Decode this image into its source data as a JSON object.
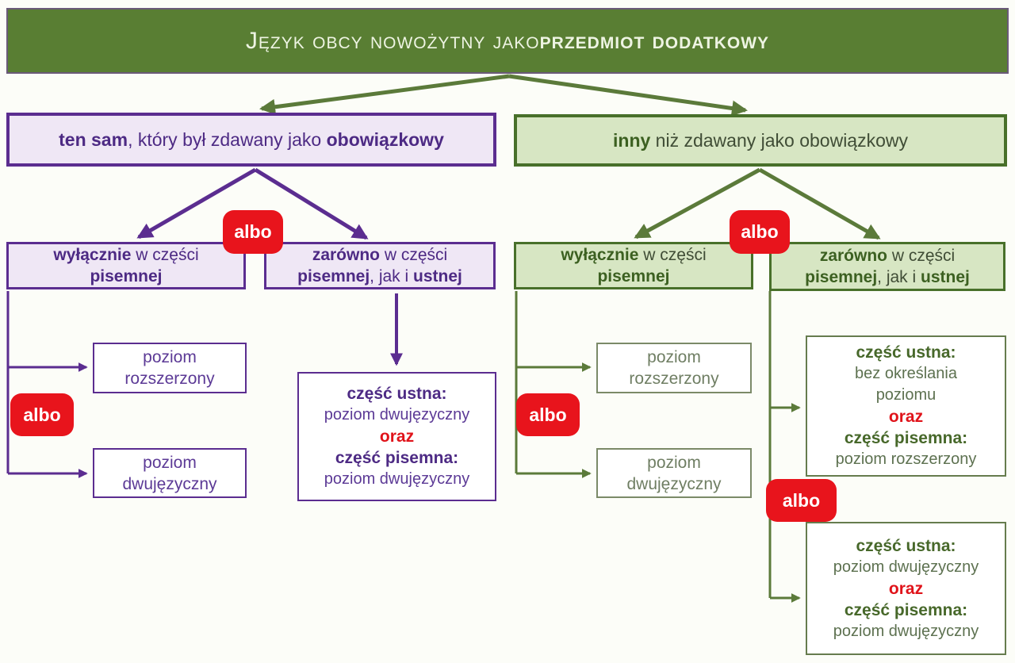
{
  "header": {
    "title_regular": "Język obcy nowożytny jako ",
    "title_bold": "przedmiot dodatkowy"
  },
  "connector_label": "albo",
  "left_branch": {
    "root": {
      "bold1": "ten sam",
      "regular": ", który był zdawany jako ",
      "bold2": "obowiązkowy"
    },
    "written_only": {
      "line1_bold": "wyłącznie",
      "line1_regular": " w części",
      "line2_bold": "pisemnej"
    },
    "written_and_oral": {
      "line1_bold": "zarówno",
      "line1_regular": " w części",
      "line2_bold1": "pisemnej",
      "line2_regular": ", jak i ",
      "line2_bold2": "ustnej"
    },
    "level_extended": {
      "line1": "poziom",
      "line2": "rozszerzony"
    },
    "level_bilingual": {
      "line1": "poziom",
      "line2": "dwujęzyczny"
    },
    "detail": {
      "line1": "część ustna:",
      "line2": "poziom dwujęzyczny",
      "line3": "oraz",
      "line4": "część pisemna:",
      "line5": "poziom dwujęzyczny"
    }
  },
  "right_branch": {
    "root": {
      "bold1": "inny",
      "regular": " niż zdawany jako obowiązkowy"
    },
    "written_only": {
      "line1_bold": "wyłącznie",
      "line1_regular": " w części",
      "line2_bold": "pisemnej"
    },
    "written_and_oral": {
      "line1_bold": "zarówno",
      "line1_regular": " w części",
      "line2_bold1": "pisemnej",
      "line2_regular": ", jak i ",
      "line2_bold2": "ustnej"
    },
    "level_extended": {
      "line1": "poziom",
      "line2": "rozszerzony"
    },
    "level_bilingual": {
      "line1": "poziom",
      "line2": "dwujęzyczny"
    },
    "detail1": {
      "line1": "część ustna:",
      "line2": "bez określania",
      "line3": "poziomu",
      "line4": "oraz",
      "line5": "część pisemna:",
      "line6": "poziom rozszerzony"
    },
    "detail2": {
      "line1": "część ustna:",
      "line2": "poziom dwujęzyczny",
      "line3": "oraz",
      "line4": "część pisemna:",
      "line5": "poziom dwujęzyczny"
    }
  },
  "colors": {
    "header_green": "#597e33",
    "green_border": "#48702a",
    "green_fill": "#d7e6c3",
    "green_text_bold": "#3c6021",
    "olive_connector": "#5b7a3a",
    "purple": "#5b2d90",
    "purple_text": "#4d2a84",
    "lavender_fill": "#efe7f5",
    "badge_red": "#e8141c",
    "oraz_red": "#e0131a",
    "olive_box_border": "#7b8a68",
    "olive_box_text": "#6f7e63"
  }
}
